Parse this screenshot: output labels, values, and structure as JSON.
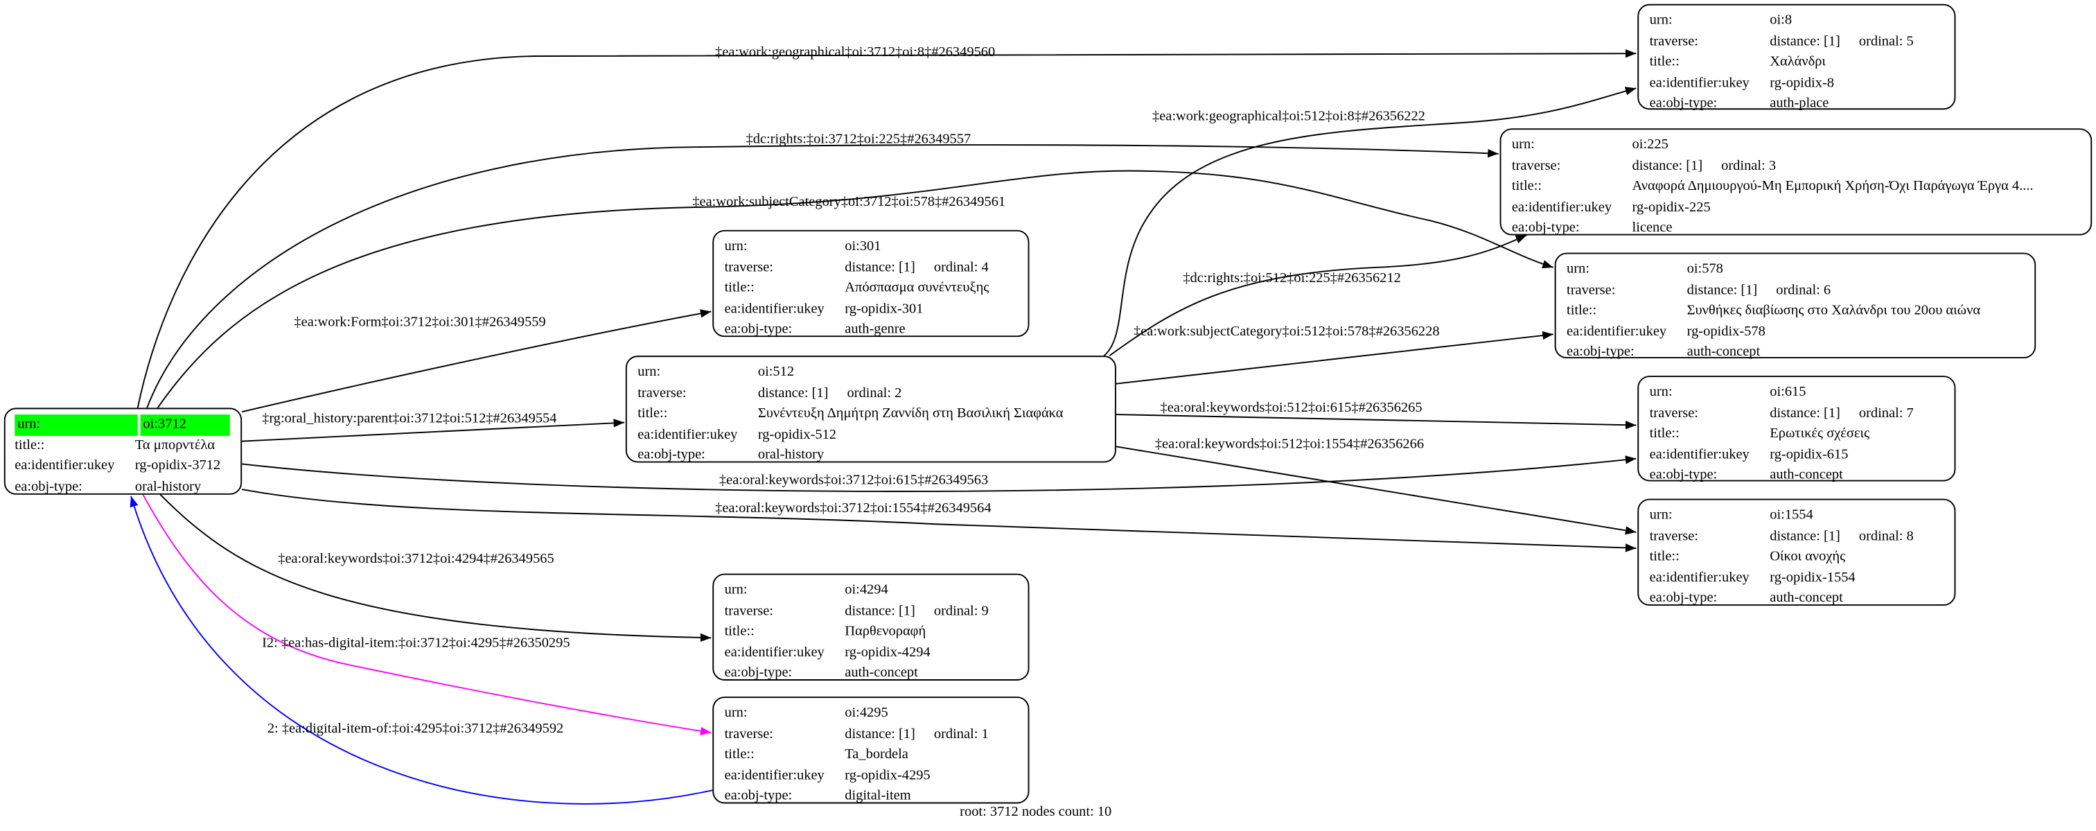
{
  "nodes": [
    {
      "id": "3712",
      "root": true,
      "rows": [
        [
          "urn:",
          "oi:3712"
        ],
        [
          "title::",
          "Τα μπορντέλα"
        ],
        [
          "ea:identifier:ukey",
          "rg-opidix-3712"
        ],
        [
          "ea:obj-type:",
          "oral-history"
        ]
      ]
    },
    {
      "id": "8",
      "rows": [
        [
          "urn:",
          "oi:8"
        ],
        [
          "traverse:",
          "distance: [1]",
          "ordinal: 5"
        ],
        [
          "title::",
          "Χαλάνδρι"
        ],
        [
          "ea:identifier:ukey",
          "rg-opidix-8"
        ],
        [
          "ea:obj-type:",
          "auth-place"
        ]
      ]
    },
    {
      "id": "225",
      "rows": [
        [
          "urn:",
          "oi:225"
        ],
        [
          "traverse:",
          "distance: [1]",
          "ordinal: 3"
        ],
        [
          "title::",
          "Αναφορά Δημιουργού-Μη Εμπορική Χρήση-Όχι Παράγωγα Έργα 4...."
        ],
        [
          "ea:identifier:ukey",
          "rg-opidix-225"
        ],
        [
          "ea:obj-type:",
          "licence"
        ]
      ]
    },
    {
      "id": "301",
      "rows": [
        [
          "urn:",
          "oi:301"
        ],
        [
          "traverse:",
          "distance: [1]",
          "ordinal: 4"
        ],
        [
          "title::",
          "Απόσπασμα συνέντευξης"
        ],
        [
          "ea:identifier:ukey",
          "rg-opidix-301"
        ],
        [
          "ea:obj-type:",
          "auth-genre"
        ]
      ]
    },
    {
      "id": "578",
      "rows": [
        [
          "urn:",
          "oi:578"
        ],
        [
          "traverse:",
          "distance: [1]",
          "ordinal: 6"
        ],
        [
          "title::",
          "Συνθήκες διαβίωσης στο Χαλάνδρι του 20ου αιώνα"
        ],
        [
          "ea:identifier:ukey",
          "rg-opidix-578"
        ],
        [
          "ea:obj-type:",
          "auth-concept"
        ]
      ]
    },
    {
      "id": "512",
      "rows": [
        [
          "urn:",
          "oi:512"
        ],
        [
          "traverse:",
          "distance: [1]",
          "ordinal: 2"
        ],
        [
          "title::",
          "Συνέντευξη Δημήτρη Ζαννίδη στη Βασιλική Σιαφάκα"
        ],
        [
          "ea:identifier:ukey",
          "rg-opidix-512"
        ],
        [
          "ea:obj-type:",
          "oral-history"
        ]
      ]
    },
    {
      "id": "615",
      "rows": [
        [
          "urn:",
          "oi:615"
        ],
        [
          "traverse:",
          "distance: [1]",
          "ordinal: 7"
        ],
        [
          "title::",
          "Ερωτικές σχέσεις"
        ],
        [
          "ea:identifier:ukey",
          "rg-opidix-615"
        ],
        [
          "ea:obj-type:",
          "auth-concept"
        ]
      ]
    },
    {
      "id": "1554",
      "rows": [
        [
          "urn:",
          "oi:1554"
        ],
        [
          "traverse:",
          "distance: [1]",
          "ordinal: 8"
        ],
        [
          "title::",
          "Οίκοι ανοχής"
        ],
        [
          "ea:identifier:ukey",
          "rg-opidix-1554"
        ],
        [
          "ea:obj-type:",
          "auth-concept"
        ]
      ]
    },
    {
      "id": "4294",
      "rows": [
        [
          "urn:",
          "oi:4294"
        ],
        [
          "traverse:",
          "distance: [1]",
          "ordinal: 9"
        ],
        [
          "title::",
          "Παρθενοραφή"
        ],
        [
          "ea:identifier:ukey",
          "rg-opidix-4294"
        ],
        [
          "ea:obj-type:",
          "auth-concept"
        ]
      ]
    },
    {
      "id": "4295",
      "rows": [
        [
          "urn:",
          "oi:4295"
        ],
        [
          "traverse:",
          "distance: [1]",
          "ordinal: 1"
        ],
        [
          "title::",
          "Ta_bordela"
        ],
        [
          "ea:identifier:ukey",
          "rg-opidix-4295"
        ],
        [
          "ea:obj-type:",
          "digital-item"
        ]
      ]
    }
  ],
  "edges": [
    {
      "label": "‡ea:work:geographical‡oi:3712‡oi:8‡#26349560",
      "color": "#000000"
    },
    {
      "label": "‡dc:rights:‡oi:3712‡oi:225‡#26349557",
      "color": "#000000"
    },
    {
      "label": "‡ea:work:subjectCategory‡oi:3712‡oi:578‡#26349561",
      "color": "#000000"
    },
    {
      "label": "‡ea:work:Form‡oi:3712‡oi:301‡#26349559",
      "color": "#000000"
    },
    {
      "label": "‡rg:oral_history:parent‡oi:3712‡oi:512‡#26349554",
      "color": "#000000"
    },
    {
      "label": "‡ea:oral:keywords‡oi:3712‡oi:615‡#26349563",
      "color": "#000000"
    },
    {
      "label": "‡ea:oral:keywords‡oi:3712‡oi:1554‡#26349564",
      "color": "#000000"
    },
    {
      "label": "‡ea:oral:keywords‡oi:3712‡oi:4294‡#26349565",
      "color": "#000000"
    },
    {
      "label": "I2: ‡ea:has-digital-item:‡oi:3712‡oi:4295‡#26350295",
      "color": "#ff00ff"
    },
    {
      "label": "2: ‡ea:digital-item-of:‡oi:4295‡oi:3712‡#26349592",
      "color": "#0000ff"
    },
    {
      "label": "‡ea:work:geographical‡oi:512‡oi:8‡#26356222",
      "color": "#000000"
    },
    {
      "label": "‡dc:rights:‡oi:512‡oi:225‡#26356212",
      "color": "#000000"
    },
    {
      "label": "‡ea:work:subjectCategory‡oi:512‡oi:578‡#26356228",
      "color": "#000000"
    },
    {
      "label": "‡ea:oral:keywords‡oi:512‡oi:615‡#26356265",
      "color": "#000000"
    },
    {
      "label": "‡ea:oral:keywords‡oi:512‡oi:1554‡#26356266",
      "color": "#000000"
    }
  ],
  "root_highlight_color": "#00ff00",
  "footer": "root: 3712 nodes count: 10"
}
